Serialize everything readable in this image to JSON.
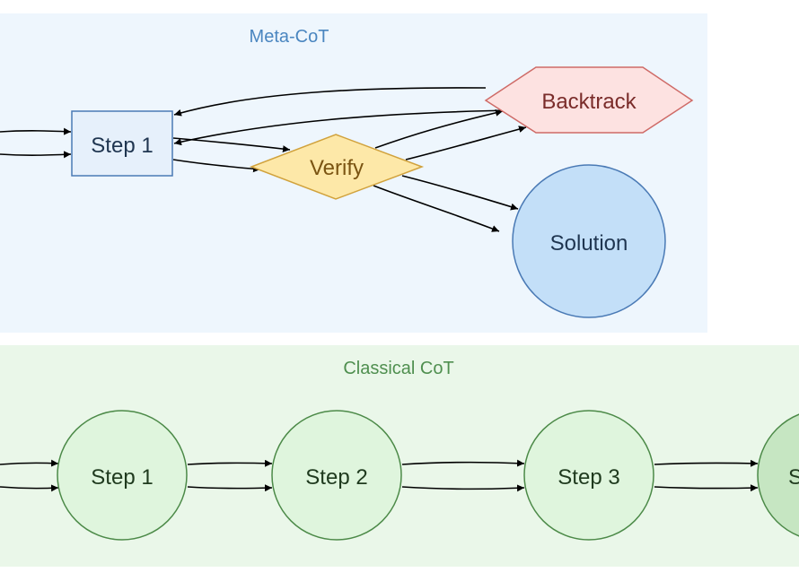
{
  "clusters": {
    "meta": {
      "title": "Meta-CoT",
      "fill": "#eef6fd",
      "title_color": "#4a86c0"
    },
    "classical": {
      "title": "Classical CoT",
      "fill": "#eaf7e9",
      "title_color": "#4f8f4f"
    }
  },
  "nodes": {
    "meta_step1": {
      "label": "Step 1",
      "fill": "#e6f0fb",
      "stroke": "#4a7ab5",
      "text_color": "#1f3550"
    },
    "verify": {
      "label": "Verify",
      "fill": "#fde8a8",
      "stroke": "#d1a23c",
      "text_color": "#7a5412"
    },
    "backtrack": {
      "label": "Backtrack",
      "fill": "#fde2e1",
      "stroke": "#cf6b67",
      "text_color": "#7a2c2a"
    },
    "solution": {
      "label": "Solution",
      "fill": "#c3dff8",
      "stroke": "#4a7ab5",
      "text_color": "#1f3550"
    },
    "classic_step1": {
      "label": "Step 1",
      "fill": "#dff5dd",
      "stroke": "#4c8a48",
      "text_color": "#1f3a1e"
    },
    "classic_step2": {
      "label": "Step 2",
      "fill": "#dff5dd",
      "stroke": "#4c8a48",
      "text_color": "#1f3a1e"
    },
    "classic_step3": {
      "label": "Step 3",
      "fill": "#dff5dd",
      "stroke": "#4c8a48",
      "text_color": "#1f3a1e"
    },
    "classic_final": {
      "label": "S",
      "fill": "#c6e6c2",
      "stroke": "#4c8a48",
      "text_color": "#1f3a1e"
    }
  },
  "edge_color": "#000000"
}
